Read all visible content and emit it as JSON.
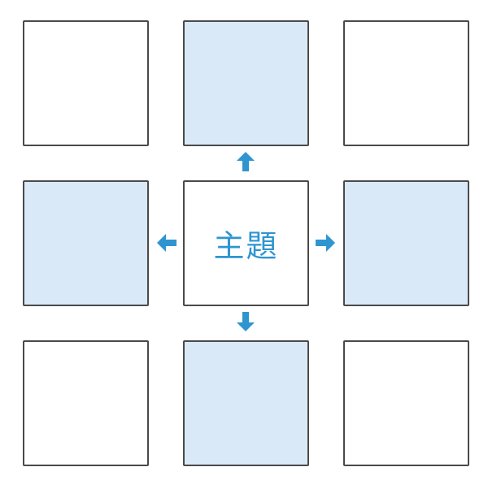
{
  "diagram": {
    "center_label": "主題",
    "colors": {
      "accent": "#2f95d0",
      "highlight_fill": "#d9e9f7",
      "plain_fill": "#ffffff",
      "border": "#4a4a4a"
    },
    "cells": [
      {
        "fill": "plain"
      },
      {
        "fill": "highlight"
      },
      {
        "fill": "plain"
      },
      {
        "fill": "highlight"
      },
      {
        "fill": "center"
      },
      {
        "fill": "highlight"
      },
      {
        "fill": "plain"
      },
      {
        "fill": "highlight"
      },
      {
        "fill": "plain"
      }
    ],
    "arrows": [
      {
        "direction": "up",
        "icon": "arrow-up-icon"
      },
      {
        "direction": "down",
        "icon": "arrow-down-icon"
      },
      {
        "direction": "left",
        "icon": "arrow-left-icon"
      },
      {
        "direction": "right",
        "icon": "arrow-right-icon"
      }
    ]
  }
}
